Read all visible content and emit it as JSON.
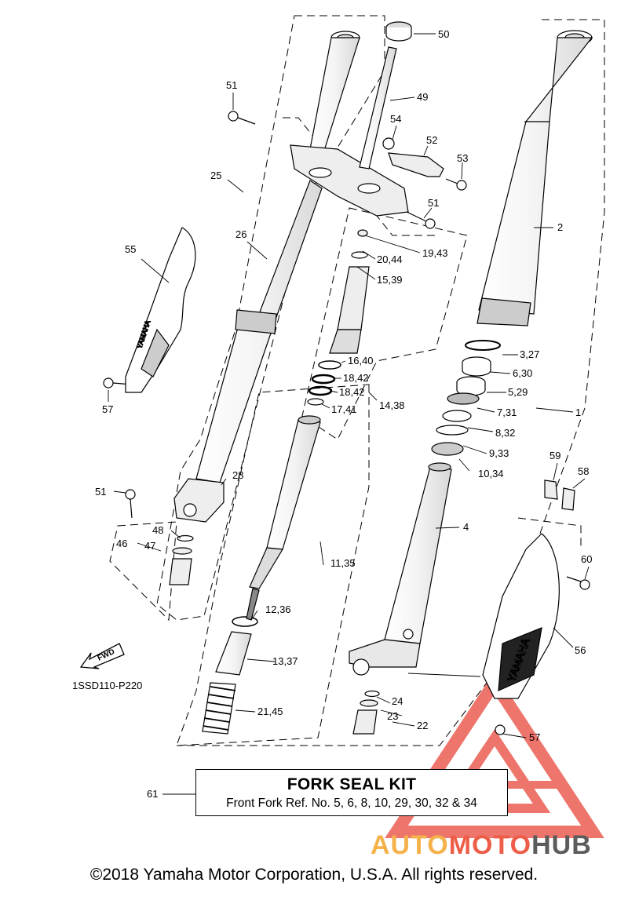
{
  "diagram": {
    "code": "1SSD110-P220",
    "fwd_label": "FWD",
    "callouts": [
      {
        "id": "c50",
        "text": "50"
      },
      {
        "id": "c49",
        "text": "49"
      },
      {
        "id": "c51a",
        "text": "51"
      },
      {
        "id": "c54",
        "text": "54"
      },
      {
        "id": "c52",
        "text": "52"
      },
      {
        "id": "c53",
        "text": "53"
      },
      {
        "id": "c25",
        "text": "25"
      },
      {
        "id": "c51b",
        "text": "51"
      },
      {
        "id": "c2",
        "text": "2"
      },
      {
        "id": "c26",
        "text": "26"
      },
      {
        "id": "c55",
        "text": "55"
      },
      {
        "id": "c19_43",
        "text": "19,43"
      },
      {
        "id": "c20_44",
        "text": "20,44"
      },
      {
        "id": "c15_39",
        "text": "15,39"
      },
      {
        "id": "c3_27",
        "text": "3,27"
      },
      {
        "id": "c16_40",
        "text": "16,40"
      },
      {
        "id": "c6_30",
        "text": "6,30"
      },
      {
        "id": "c18_42a",
        "text": "18,42"
      },
      {
        "id": "c18_42b",
        "text": "18,42"
      },
      {
        "id": "c5_29",
        "text": "5,29"
      },
      {
        "id": "c57a",
        "text": "57"
      },
      {
        "id": "c14_38",
        "text": "14,38"
      },
      {
        "id": "c17_41",
        "text": "17,41"
      },
      {
        "id": "c7_31",
        "text": "7,31"
      },
      {
        "id": "c1",
        "text": "1"
      },
      {
        "id": "c8_32",
        "text": "8,32"
      },
      {
        "id": "c9_33",
        "text": "9,33"
      },
      {
        "id": "c10_34",
        "text": "10,34"
      },
      {
        "id": "c59",
        "text": "59"
      },
      {
        "id": "c58",
        "text": "58"
      },
      {
        "id": "c51c",
        "text": "51"
      },
      {
        "id": "c28",
        "text": "28"
      },
      {
        "id": "c4",
        "text": "4"
      },
      {
        "id": "c48",
        "text": "48"
      },
      {
        "id": "c46",
        "text": "46"
      },
      {
        "id": "c47",
        "text": "47"
      },
      {
        "id": "c11_35",
        "text": "11,35"
      },
      {
        "id": "c60",
        "text": "60"
      },
      {
        "id": "c12_36",
        "text": "12,36"
      },
      {
        "id": "c56",
        "text": "56"
      },
      {
        "id": "c13_37",
        "text": "13,37"
      },
      {
        "id": "c24",
        "text": "24"
      },
      {
        "id": "c21_45",
        "text": "21,45"
      },
      {
        "id": "c23",
        "text": "23"
      },
      {
        "id": "c22",
        "text": "22"
      },
      {
        "id": "c57b",
        "text": "57"
      },
      {
        "id": "c61",
        "text": "61"
      }
    ],
    "guard_text_left": "YAMAHA",
    "guard_text_right": "YAMAHA"
  },
  "kit": {
    "title": "FORK SEAL KIT",
    "subtitle": "Front Fork Ref. No. 5, 6, 8, 10, 29, 30, 32 & 34"
  },
  "watermark": {
    "part1": "AUTO",
    "part2": "MOTO",
    "part3": "HUB",
    "colors": {
      "part1": "#f5b24b",
      "part2": "#ed5d47",
      "part3": "#5c5c5c",
      "logo": "#e8473a"
    }
  },
  "copyright": "©2018 Yamaha Motor Corporation, U.S.A. All rights reserved."
}
